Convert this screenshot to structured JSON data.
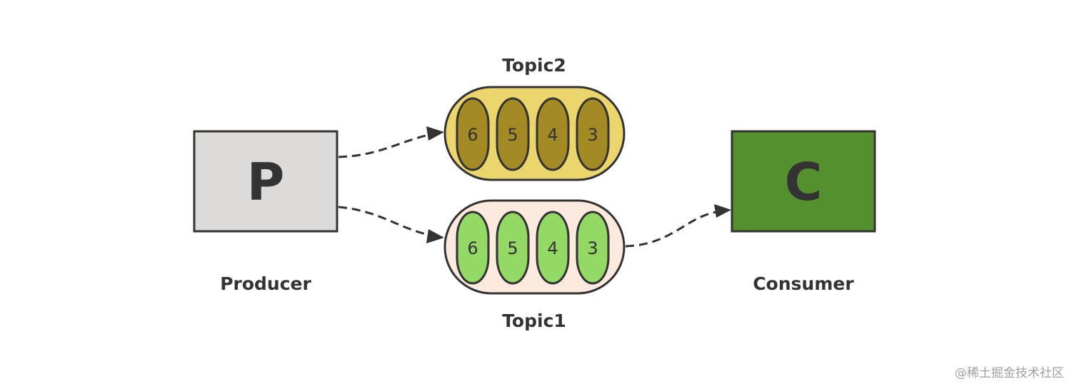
{
  "producer": {
    "letter": "P",
    "caption": "Producer",
    "color": "#dddbd9"
  },
  "consumer": {
    "letter": "C",
    "caption": "Consumer",
    "color": "#55902e"
  },
  "topics": [
    {
      "name": "Topic2",
      "container_color": "#ebd56d",
      "message_color": "#a38a24",
      "messages": [
        "6",
        "5",
        "4",
        "3"
      ]
    },
    {
      "name": "Topic1",
      "container_color": "#fdeadf",
      "message_color": "#94d965",
      "messages": [
        "6",
        "5",
        "4",
        "3"
      ]
    }
  ],
  "watermark": "@稀土掘金技术社区"
}
